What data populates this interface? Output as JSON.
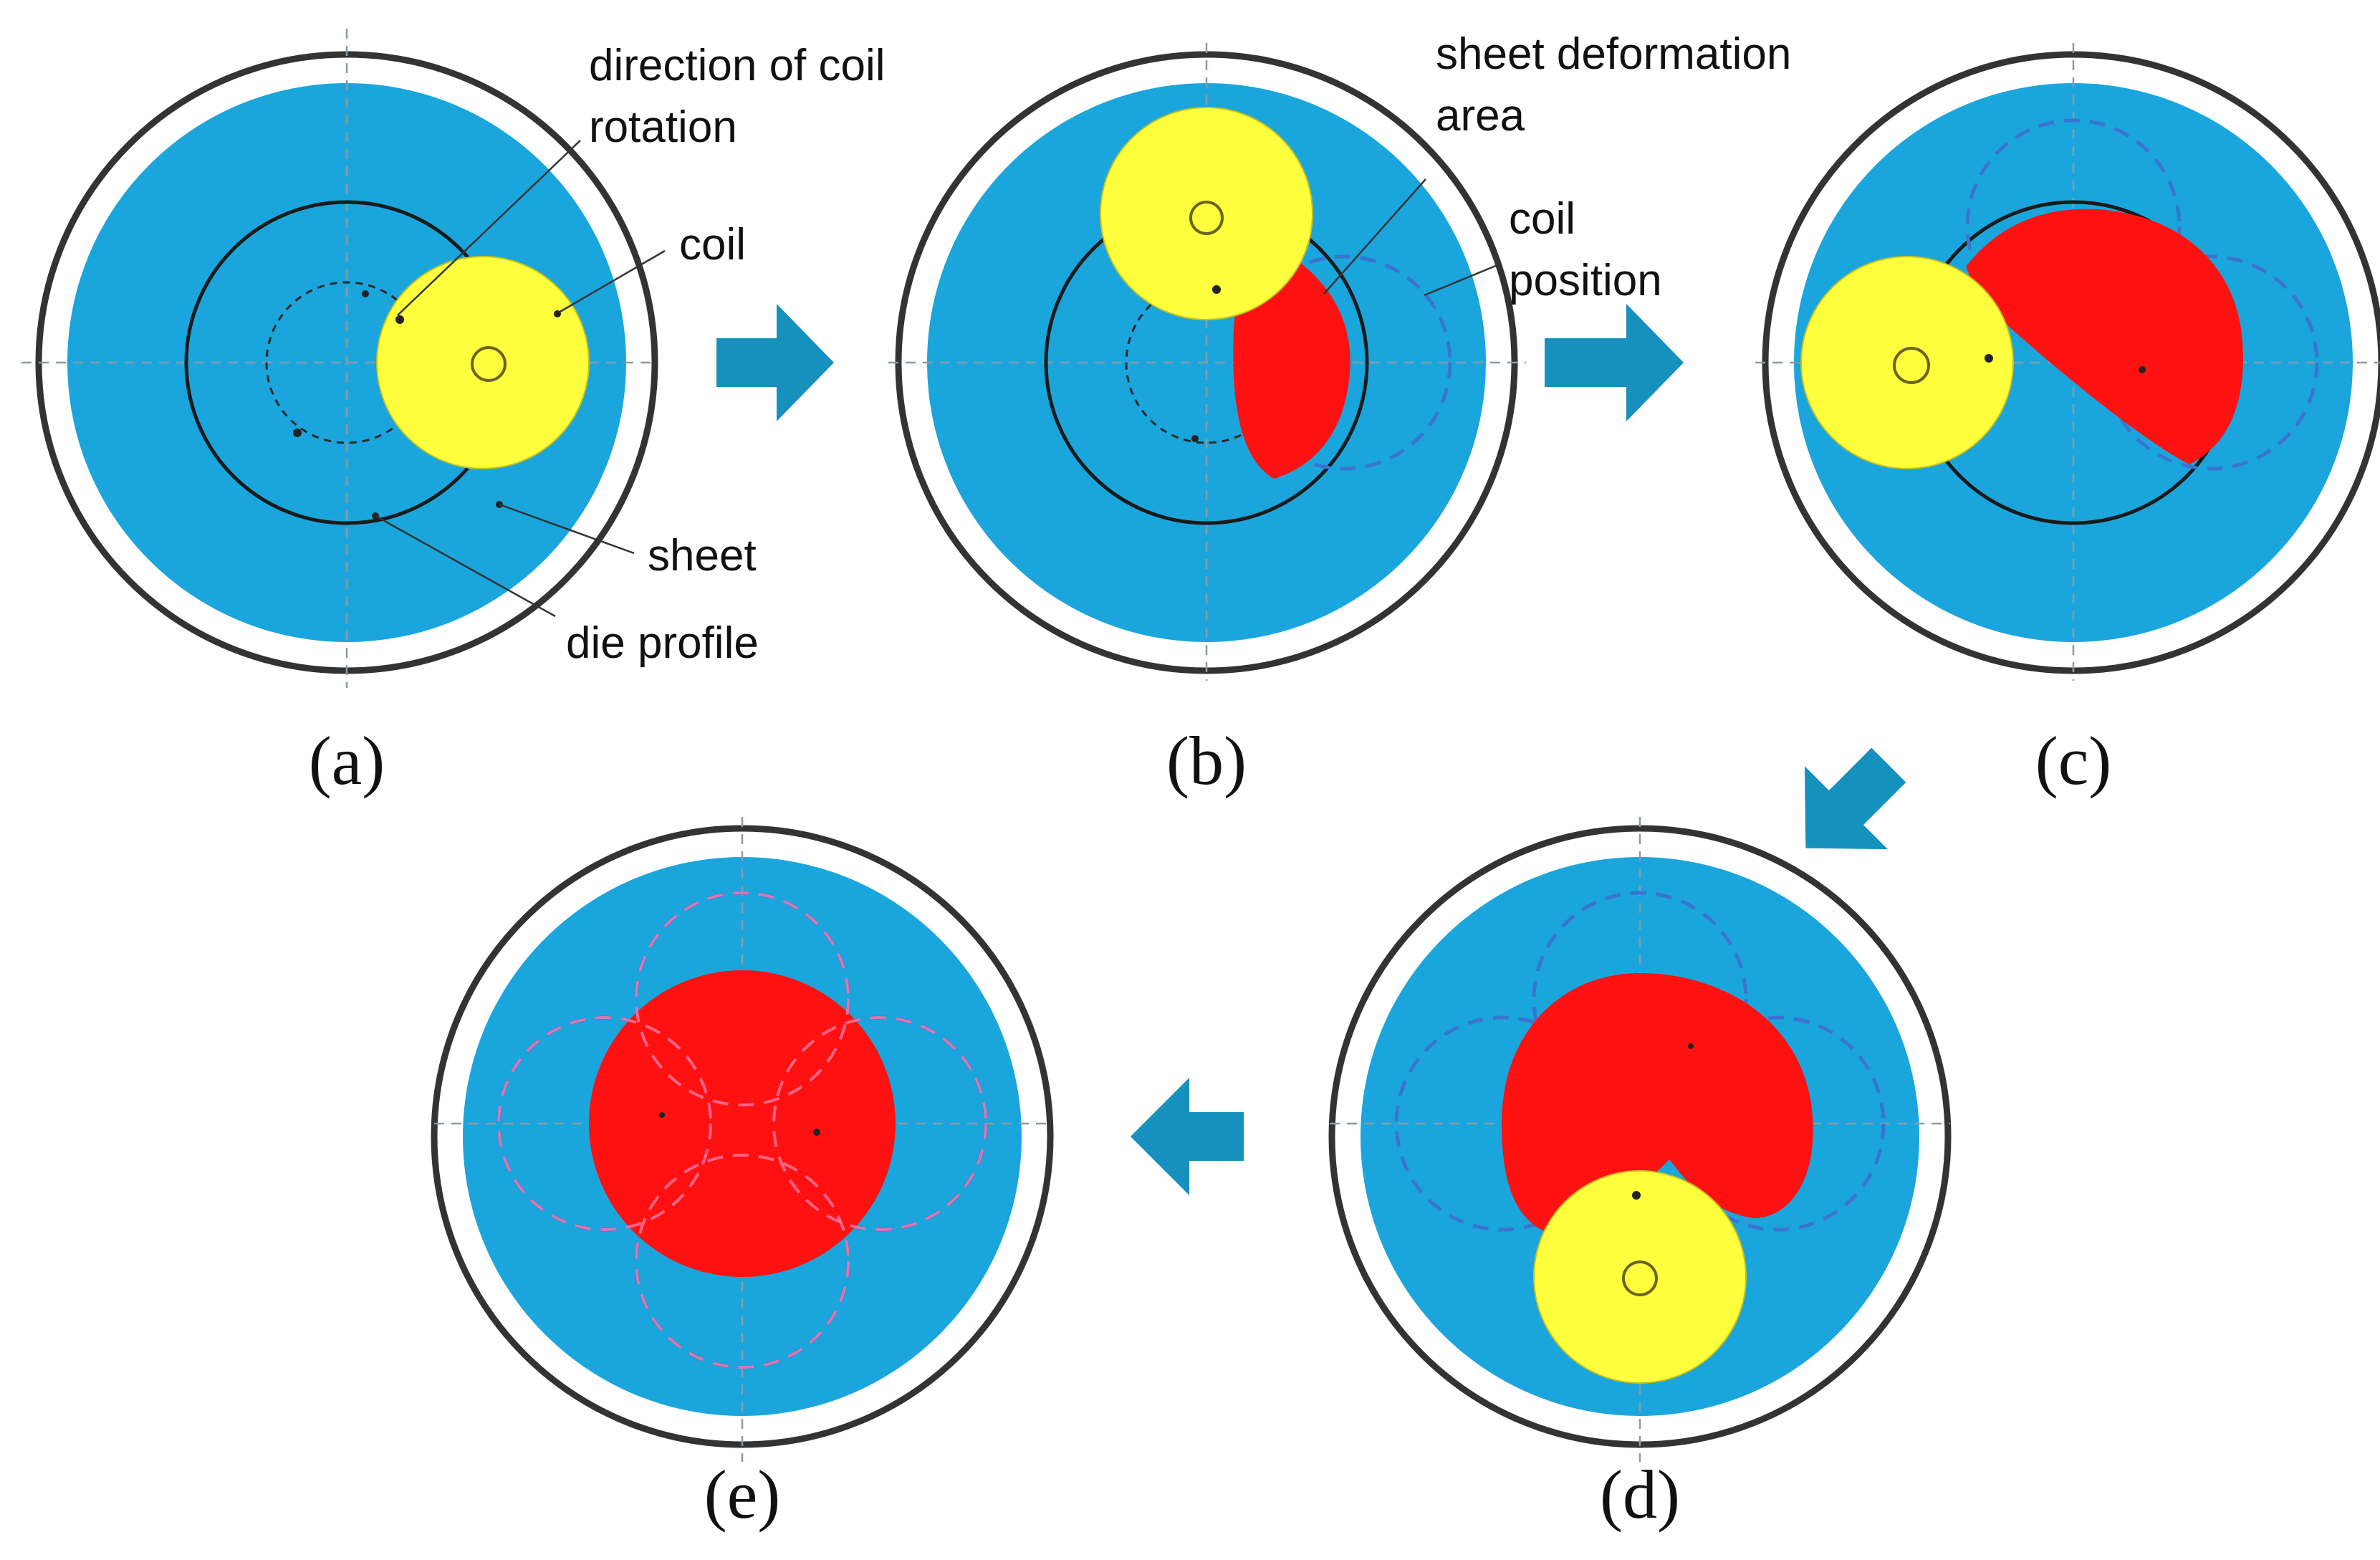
{
  "colors": {
    "sheet": "#1aa6dc",
    "coil": "#ffff3d",
    "deformation": "#ff1111",
    "ring": "#333333",
    "arrow": "#1690bd",
    "coil_position": "#3b74d0"
  },
  "icons": {
    "process_arrow": "arrow-icon",
    "coil": "circle-icon"
  },
  "annotations": {
    "direction_line1": "direction of coil",
    "direction_line2": "rotation",
    "coil": "coil",
    "sheet": "sheet",
    "die_profile": "die profile",
    "deformation_line1": "sheet deformation",
    "deformation_line2": "area",
    "coil_position_line1": "coil",
    "coil_position_line2": "position"
  },
  "panels": {
    "a": {
      "label": "(a)"
    },
    "b": {
      "label": "(b)"
    },
    "c": {
      "label": "(c)"
    },
    "d": {
      "label": "(d)"
    },
    "e": {
      "label": "(e)"
    }
  }
}
